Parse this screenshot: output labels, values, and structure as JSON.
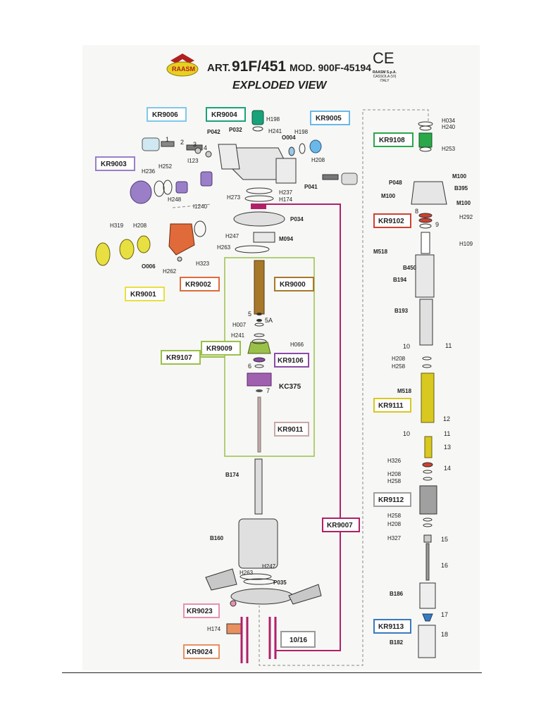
{
  "header": {
    "brand": "RAASM",
    "art_prefix": "ART.",
    "art_number": "91F/451",
    "mod": "MOD. 900F-45194",
    "ce": "CE",
    "company": [
      "RAASM S.p.A.",
      "CASSOLA (VI)",
      "ITALY"
    ],
    "title": "EXPLODED VIEW"
  },
  "colors": {
    "KR9006": "#7fc8e8",
    "KR9004": "#1aa27a",
    "KR9005": "#6ab8e8",
    "KR9003": "#9a7fc8",
    "KR9001": "#e8e040",
    "KR9002": "#e06a3a",
    "KR9000": "#a8782a",
    "KR9107": "#9ac04a",
    "KR9009": "#9ac04a",
    "KR9106": "#8a4aa8",
    "KR9011": "#c8a8a8",
    "KR9007": "#b0206a",
    "KR9023": "#e890b0",
    "KR9024": "#e89060",
    "KR9108": "#2aa84a",
    "KR9102": "#d04030",
    "KR9111": "#d8c820",
    "KR9112": "#a0a0a0",
    "KR9113": "#3a7ac0",
    "KC375": "#a060b0"
  },
  "kits": [
    {
      "code": "KR9006"
    },
    {
      "code": "KR9004"
    },
    {
      "code": "KR9005"
    },
    {
      "code": "KR9003"
    },
    {
      "code": "KR9001"
    },
    {
      "code": "KR9002"
    },
    {
      "code": "KR9000"
    },
    {
      "code": "KR9107"
    },
    {
      "code": "KR9009"
    },
    {
      "code": "KR9106"
    },
    {
      "code": "KR9011"
    },
    {
      "code": "KR9007"
    },
    {
      "code": "KR9023"
    },
    {
      "code": "KR9024"
    },
    {
      "code": "10/16"
    },
    {
      "code": "KR9108"
    },
    {
      "code": "KR9102"
    },
    {
      "code": "KR9111"
    },
    {
      "code": "KR9112"
    },
    {
      "code": "KR9113"
    }
  ],
  "labels": [
    "H198",
    "P032",
    "H241",
    "O004",
    "H198",
    "P042",
    "1",
    "2",
    "3",
    "4",
    "H236",
    "H252",
    "I123",
    "H208",
    "H248",
    "P041",
    "H237",
    "H174",
    "H273",
    "H319",
    "H208",
    "I1240",
    "P034",
    "O006",
    "H262",
    "H323",
    "H247",
    "M094",
    "H263",
    "5",
    "5A",
    "H007",
    "H241",
    "H066",
    "6",
    "7",
    "KC375",
    "B174",
    "B160",
    "H263",
    "H247",
    "P035",
    "H174",
    "H034",
    "H240",
    "H253",
    "P048",
    "M100",
    "M100",
    "B395",
    "M100",
    "8",
    "H292",
    "9",
    "H109",
    "M518",
    "B450",
    "B194",
    "B193",
    "10",
    "11",
    "H208",
    "H258",
    "M518",
    "12",
    "10",
    "11",
    "13",
    "H326",
    "H208",
    "H258",
    "14",
    "H258",
    "H208",
    "H327",
    "15",
    "16",
    "B186",
    "17",
    "B182",
    "18"
  ]
}
